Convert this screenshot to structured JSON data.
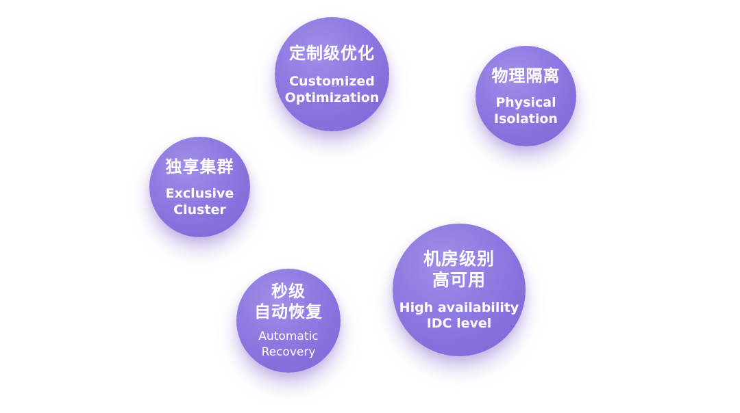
{
  "bubbles": [
    {
      "zh": [
        "定制级优化"
      ],
      "en": [
        "Customized",
        "Optimization"
      ]
    },
    {
      "zh": [
        "物理隔离"
      ],
      "en": [
        "Physical",
        "Isolation"
      ]
    },
    {
      "zh": [
        "独享集群"
      ],
      "en": [
        "Exclusive",
        "Cluster"
      ]
    },
    {
      "zh": [
        "秒级",
        "自动恢复"
      ],
      "en": [
        "Automatic",
        "Recovery"
      ]
    },
    {
      "zh": [
        "机房级别",
        "高可用"
      ],
      "en": [
        "High availability",
        "IDC level"
      ]
    }
  ],
  "colors": {
    "bubble_fill": "#8d79e0",
    "text": "#ffffff",
    "background": "#ffffff"
  }
}
